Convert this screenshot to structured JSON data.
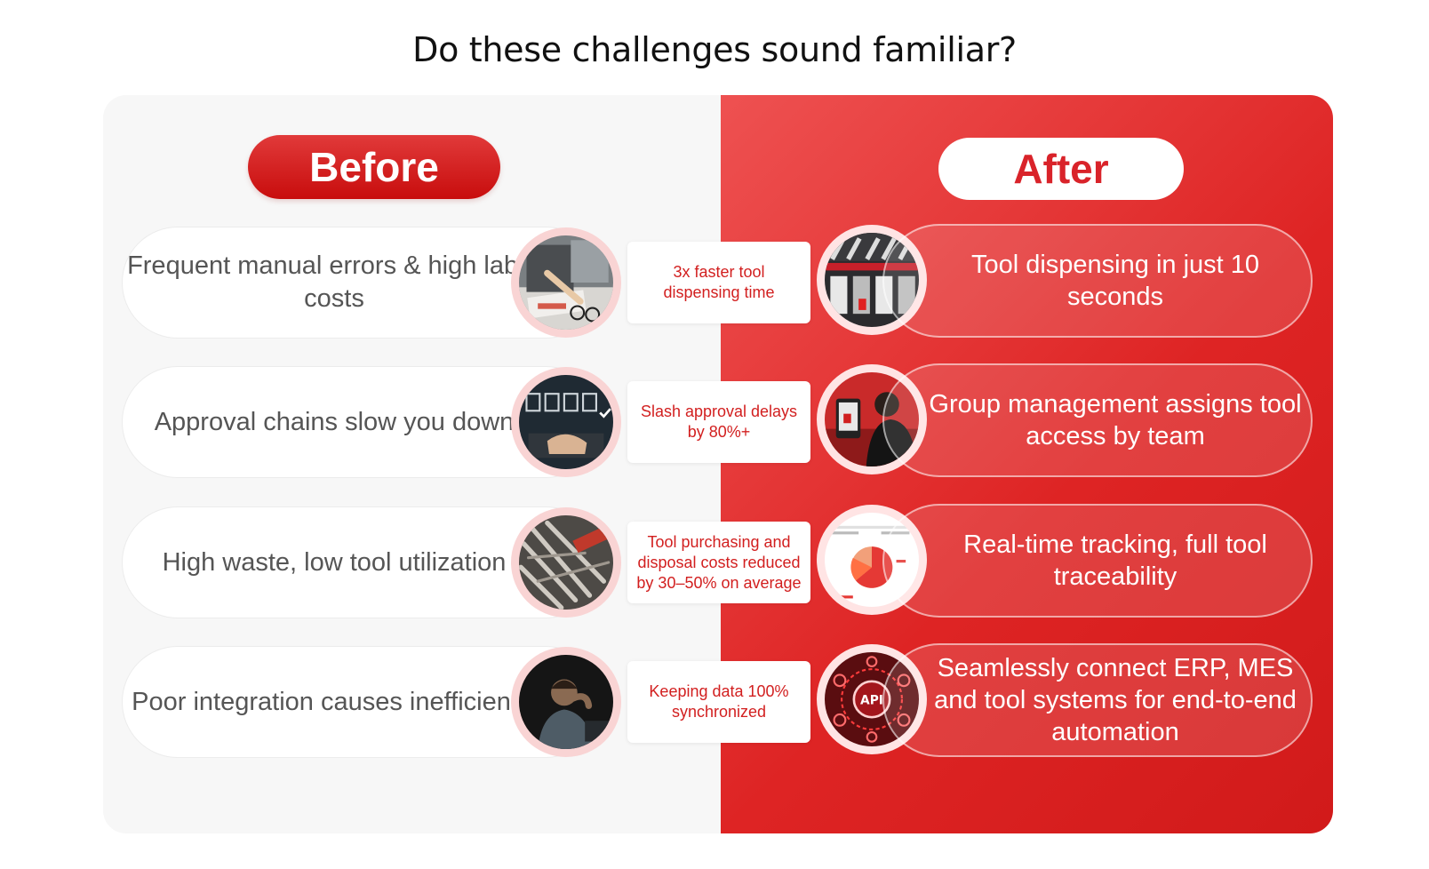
{
  "headline": "Do these challenges sound familiar?",
  "before_label": "Before",
  "after_label": "After",
  "rows": [
    {
      "before_text": "Frequent manual errors & high labor costs",
      "benefit": "3x faster tool dispensing time",
      "after_text": "Tool dispensing in just 10 seconds",
      "before_icon": "paperwork-photo",
      "after_icon": "tool-cabinet-photo"
    },
    {
      "before_text": "Approval chains slow you down",
      "benefit": "Slash approval delays by 80%+",
      "after_text": "Group management assigns tool access by team",
      "before_icon": "checklist-laptop-photo",
      "after_icon": "kiosk-user-photo"
    },
    {
      "before_text": "High waste, low tool utilization",
      "benefit": "Tool purchasing and disposal costs reduced by 30–50% on average",
      "after_text": "Real-time tracking, full tool traceability",
      "before_icon": "tool-pile-photo",
      "after_icon": "dashboard-pie-chart"
    },
    {
      "before_text": "Poor integration causes inefficiency",
      "benefit": "Keeping data 100% synchronized",
      "after_text": "Seamlessly connect ERP, MES and tool systems for end-to-end automation",
      "before_icon": "frustrated-worker-photo",
      "after_icon": "api-network-icon",
      "api_label": "API"
    }
  ],
  "colors": {
    "brand_red": "#d9232a",
    "panel_left_bg": "#f7f7f7",
    "panel_right_bg": "#e12e2e"
  }
}
